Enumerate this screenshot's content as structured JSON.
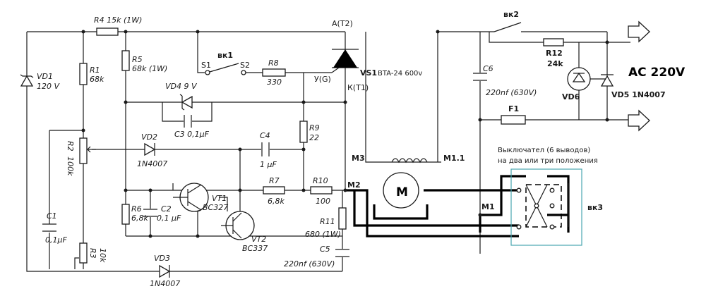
{
  "labels": {
    "r4": "R4  15k (1W)",
    "r5_name": "R5",
    "r5_val": "68k (1W)",
    "r1_name": "R1",
    "r1_val": "68k",
    "vd1_name": "VD1",
    "vd1_val": "120 V",
    "r2_name": "R2",
    "r2_val": "100k",
    "c1_name": "C1",
    "c1_val": "0,1µF",
    "r3_name": "R3",
    "r3_val": "10k",
    "vd3_name": "VD3",
    "vd3_val": "1N4007",
    "vk1": "вк1",
    "s1": "S1",
    "s2": "S2",
    "r8_name": "R8",
    "r8_val": "330",
    "a_t2": "A(T2)",
    "vs1": "VS1",
    "vs1_type": "BTA-24 600v",
    "y_g": "У(G)",
    "k_t1": "К(T1)",
    "vd4": "VD4  9 V",
    "c3": "C3  0,1µF",
    "r9_name": "R9",
    "r9_val": "22",
    "vd2_name": "VD2",
    "vd2_val": "1N4007",
    "c4_name": "C4",
    "c4_val": "1 µF",
    "vt1_name": "VT1",
    "vt1_type": "BC327",
    "vt2_name": "VT2",
    "vt2_type": "BC337",
    "r6_name": "R6",
    "r6_val": "6,8k",
    "c2_name": "C2",
    "c2_val": "0,1 µF",
    "r7_name": "R7",
    "r7_val": "6,8k",
    "r10_name": "R10",
    "r10_val": "100",
    "r11_name": "R11",
    "r11_val": "680 (1W)",
    "c5_name": "C5",
    "c5_val": "220nf (630V)",
    "m2": "M2",
    "m3": "M3",
    "m1_1": "M1.1",
    "m1": "M1",
    "motor": "M",
    "c6_name": "C6",
    "c6_val": "220nf (630V)",
    "vk2": "вк2",
    "r12_name": "R12",
    "r12_val": "24k",
    "vd6": "VD6",
    "vd5": "VD5 1N4007",
    "f1": "F1",
    "ac": "AC 220V",
    "switch_note_1": "Выключател (6 выводов)",
    "switch_note_2": "на два или три положения",
    "vk3": "вк3"
  },
  "colors": {
    "wire": "#1a1a1a",
    "switch_box": "#4aa6b0",
    "background": "#ffffff"
  }
}
